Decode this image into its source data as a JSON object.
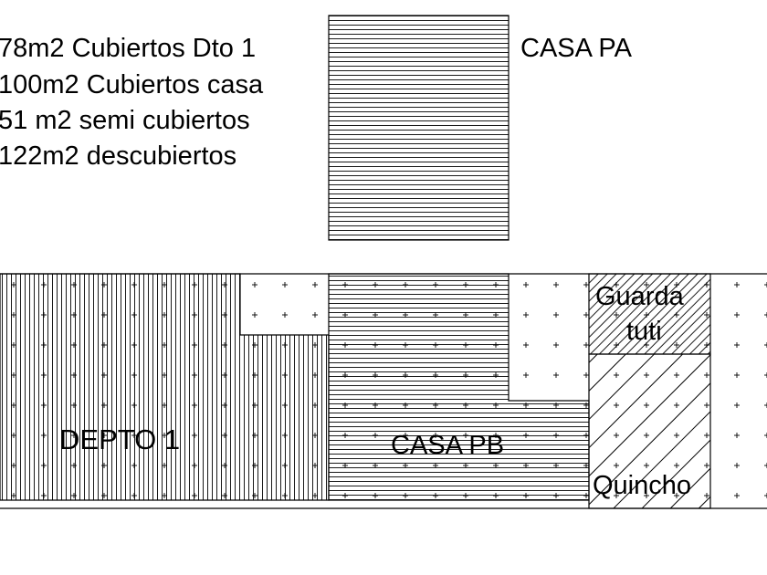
{
  "legend": {
    "lines": [
      "78m2 Cubiertos Dto 1",
      "100m2 Cubiertos casa",
      "51 m2 semi cubiertos",
      "122m2 descubiertos"
    ]
  },
  "rooms": {
    "casa_pa": "CASA PA",
    "depto_1": "DEPTO 1",
    "casa_pb": "CASA PB",
    "guarda_line1": "Guarda",
    "guarda_line2": "tuti",
    "quincho": "Quincho"
  }
}
